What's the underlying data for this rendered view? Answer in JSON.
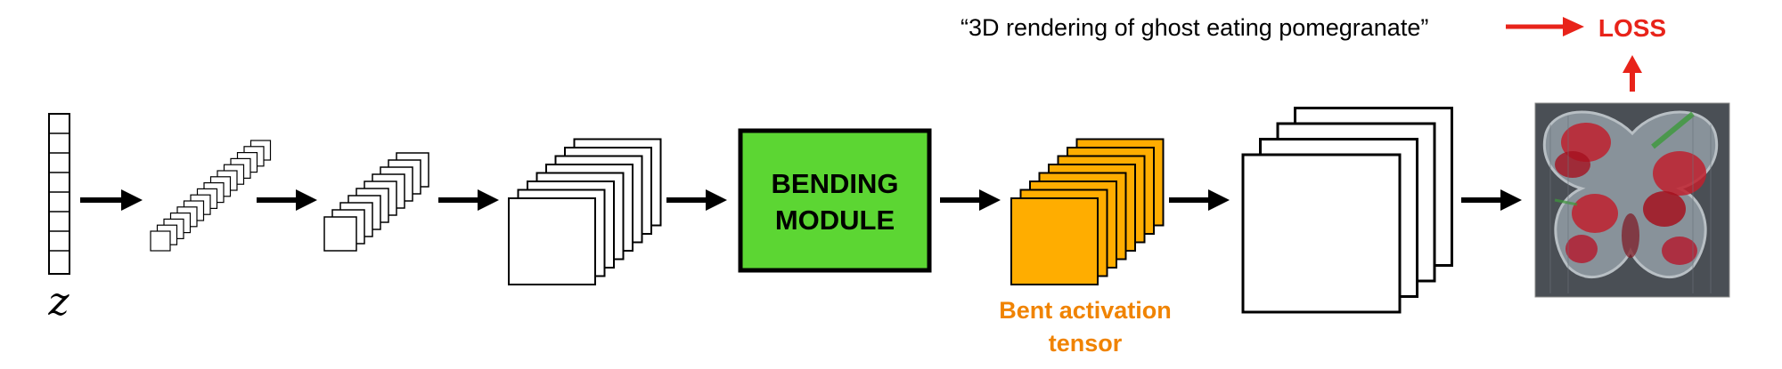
{
  "prompt_text": "“3D rendering of ghost eating pomegranate”",
  "loss_label": "LOSS",
  "latent_label": "z",
  "bending_module_line1": "BENDING",
  "bending_module_line2": "MODULE",
  "bent_tensor_line1": "Bent activation",
  "bent_tensor_line2": "tensor",
  "colors": {
    "arrow": "#000000",
    "loss_arrow": "#e8231a",
    "loss_text": "#e8231a",
    "bending_fill": "#5cd633",
    "bent_fill": "#ffad00",
    "bent_text": "#f08300",
    "output_bg": "#4a4f55",
    "output_red": "#c0202e"
  },
  "icons": {
    "output_image": "ghost-pomegranate-image"
  }
}
